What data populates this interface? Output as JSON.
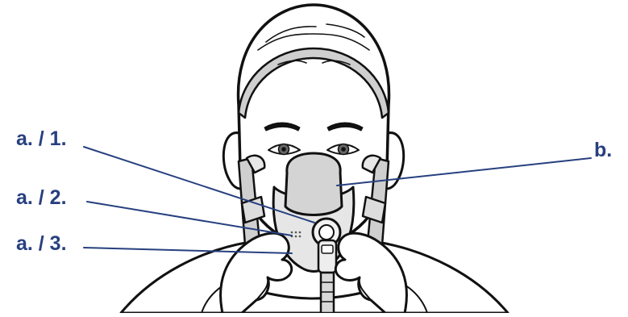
{
  "callouts": {
    "a1": "a. / 1.",
    "a2": "a. / 2.",
    "a3": "a. / 3.",
    "b": "b."
  },
  "colors": {
    "callout": "#27407f",
    "outline": "#111111",
    "skin": "#ffffff",
    "mask_fill": "#e6e6e6",
    "mask_cushion": "#d4d4d4",
    "strap": "#cfcfcf"
  },
  "icons": {
    "figure": "person-wearing-full-face-mask"
  }
}
